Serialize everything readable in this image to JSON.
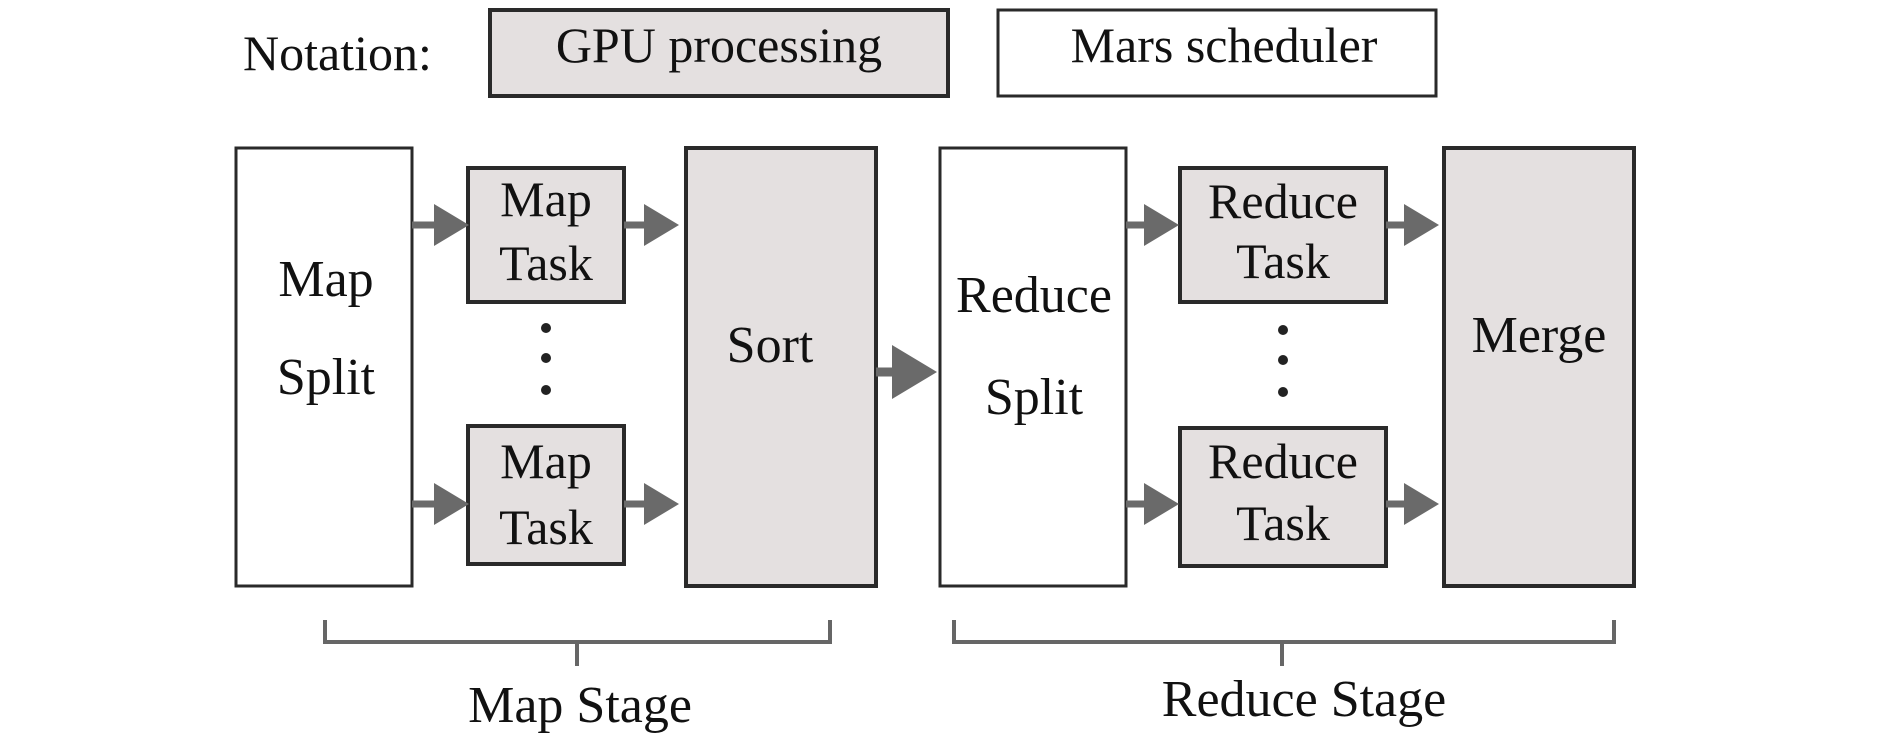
{
  "notation": {
    "label": "Notation:",
    "gpu_label": "GPU processing",
    "scheduler_label": "Mars scheduler"
  },
  "map_split": {
    "line1": "Map",
    "line2": "Split"
  },
  "map_task_top": {
    "line1": "Map",
    "line2": "Task"
  },
  "map_task_bottom": {
    "line1": "Map",
    "line2": "Task"
  },
  "sort": {
    "label": "Sort"
  },
  "reduce_split": {
    "line1": "Reduce",
    "line2": "Split"
  },
  "reduce_task_top": {
    "line1": "Reduce",
    "line2": "Task"
  },
  "reduce_task_bottom": {
    "line1": "Reduce",
    "line2": "Task"
  },
  "merge": {
    "label": "Merge"
  },
  "stages": {
    "map_stage": "Map Stage",
    "reduce_stage": "Reduce Stage"
  },
  "colors": {
    "gpu_fill": "#e4e0e0",
    "scheduler_fill": "#ffffff",
    "stroke": "#2a2a2a",
    "arrow": "#6a6a6a"
  }
}
